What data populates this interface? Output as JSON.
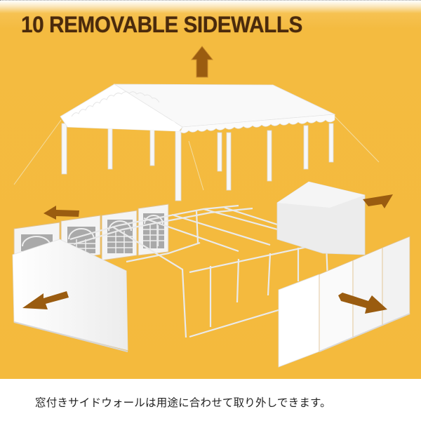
{
  "banner": {
    "title": "10 REMOVABLE SIDEWALLS",
    "background_color": "#f4ba3d",
    "title_color": "#4a2a0c",
    "arrow_color": "#9a5c10"
  },
  "illustration": {
    "subject": "exploded view of party tent: canopy roof, steel frame, and removable sidewalls with arched windows",
    "arrows": [
      "arrow-up-icon",
      "arrow-left-upper-icon",
      "arrow-left-lower-icon",
      "arrow-right-upper-icon",
      "arrow-right-lower-icon"
    ]
  },
  "caption": {
    "text": "窓付きサイドウォールは用途に合わせて取り外しできます。"
  }
}
